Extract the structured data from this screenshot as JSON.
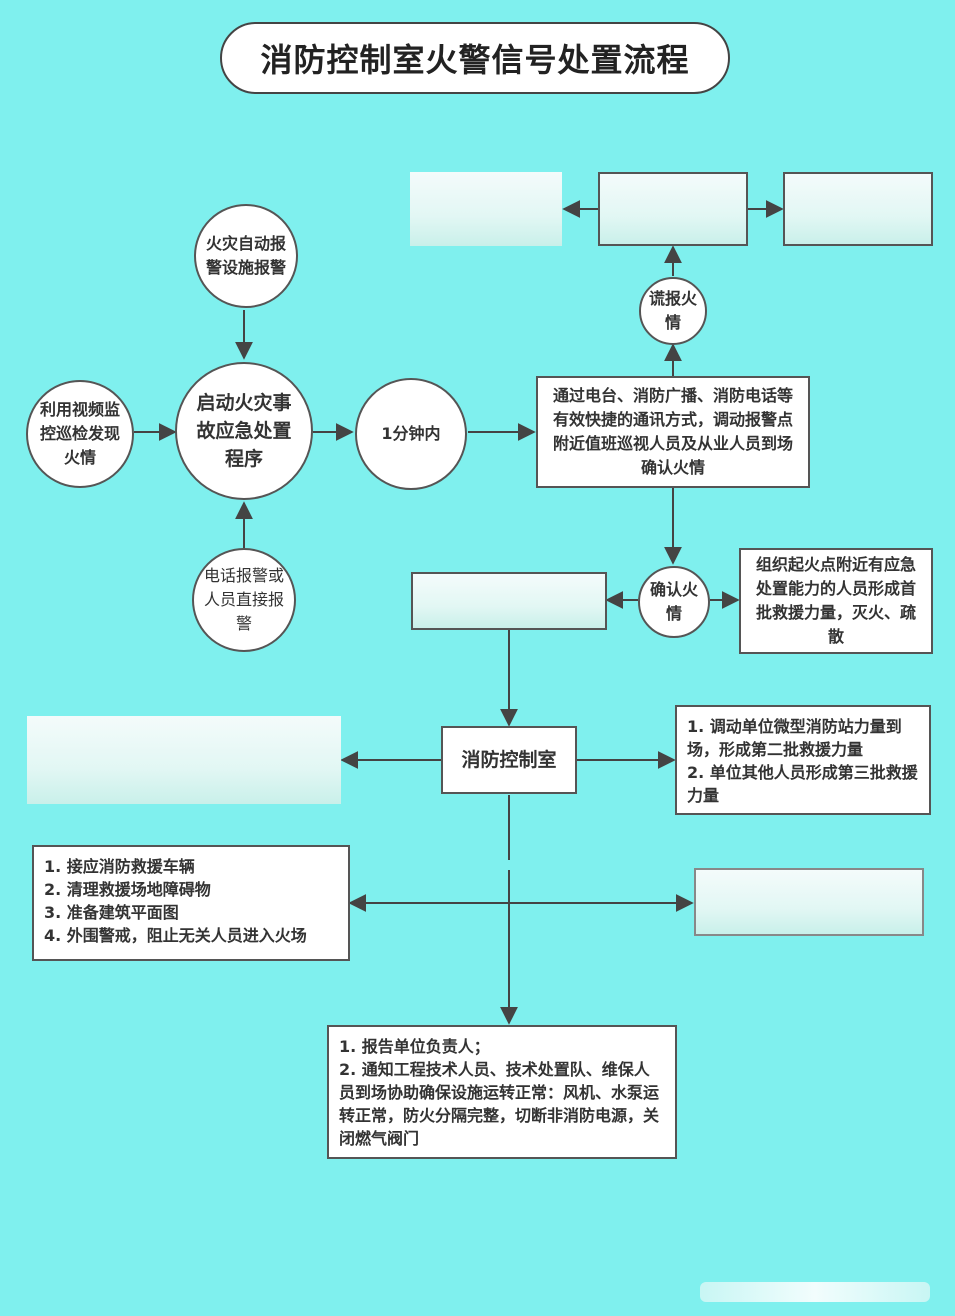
{
  "title": "消防控制室火警信号处置流程",
  "nodes": {
    "auto_alarm": "火灾自动报警设施报警",
    "video_patrol": "利用视频监控巡检发现火情",
    "phone_alarm": "电话报警或人员直接报警",
    "start_plan": "启动火灾事故应急处置程序",
    "one_minute": "1分钟内",
    "dispatch_confirm": "通过电台、消防广播、消防电话等有效快捷的通讯方式，调动报警点附近值班巡视人员及从业人员到场确认火情",
    "false_alarm": "谎报火情",
    "confirm_fire": "确认火情",
    "first_batch": "组织起火点附近有应急处置能力的人员形成首批救援力量，灭火、疏散",
    "control_room": "消防控制室"
  },
  "lists": {
    "second_third": [
      "1. 调动单位微型消防站力量到场，形成第二批救援力量",
      "2. 单位其他人员形成第三批救援力量"
    ],
    "rescue_prep": [
      "1. 接应消防救援车辆",
      "2. 清理救援场地障碍物",
      "3. 准备建筑平面图",
      "4. 外围警戒，阻止无关人员进入火场"
    ],
    "report": [
      "1. 报告单位负责人；",
      "2. 通知工程技术人员、技术处置队、维保人员到场协助确保设施运转正常：风机、水泵运转正常，防火分隔完整，切断非消防电源，关闭燃气阀门"
    ]
  },
  "colors": {
    "background": "#7ff0ee",
    "stroke": "#555555",
    "box_fill": "#ffffff"
  }
}
